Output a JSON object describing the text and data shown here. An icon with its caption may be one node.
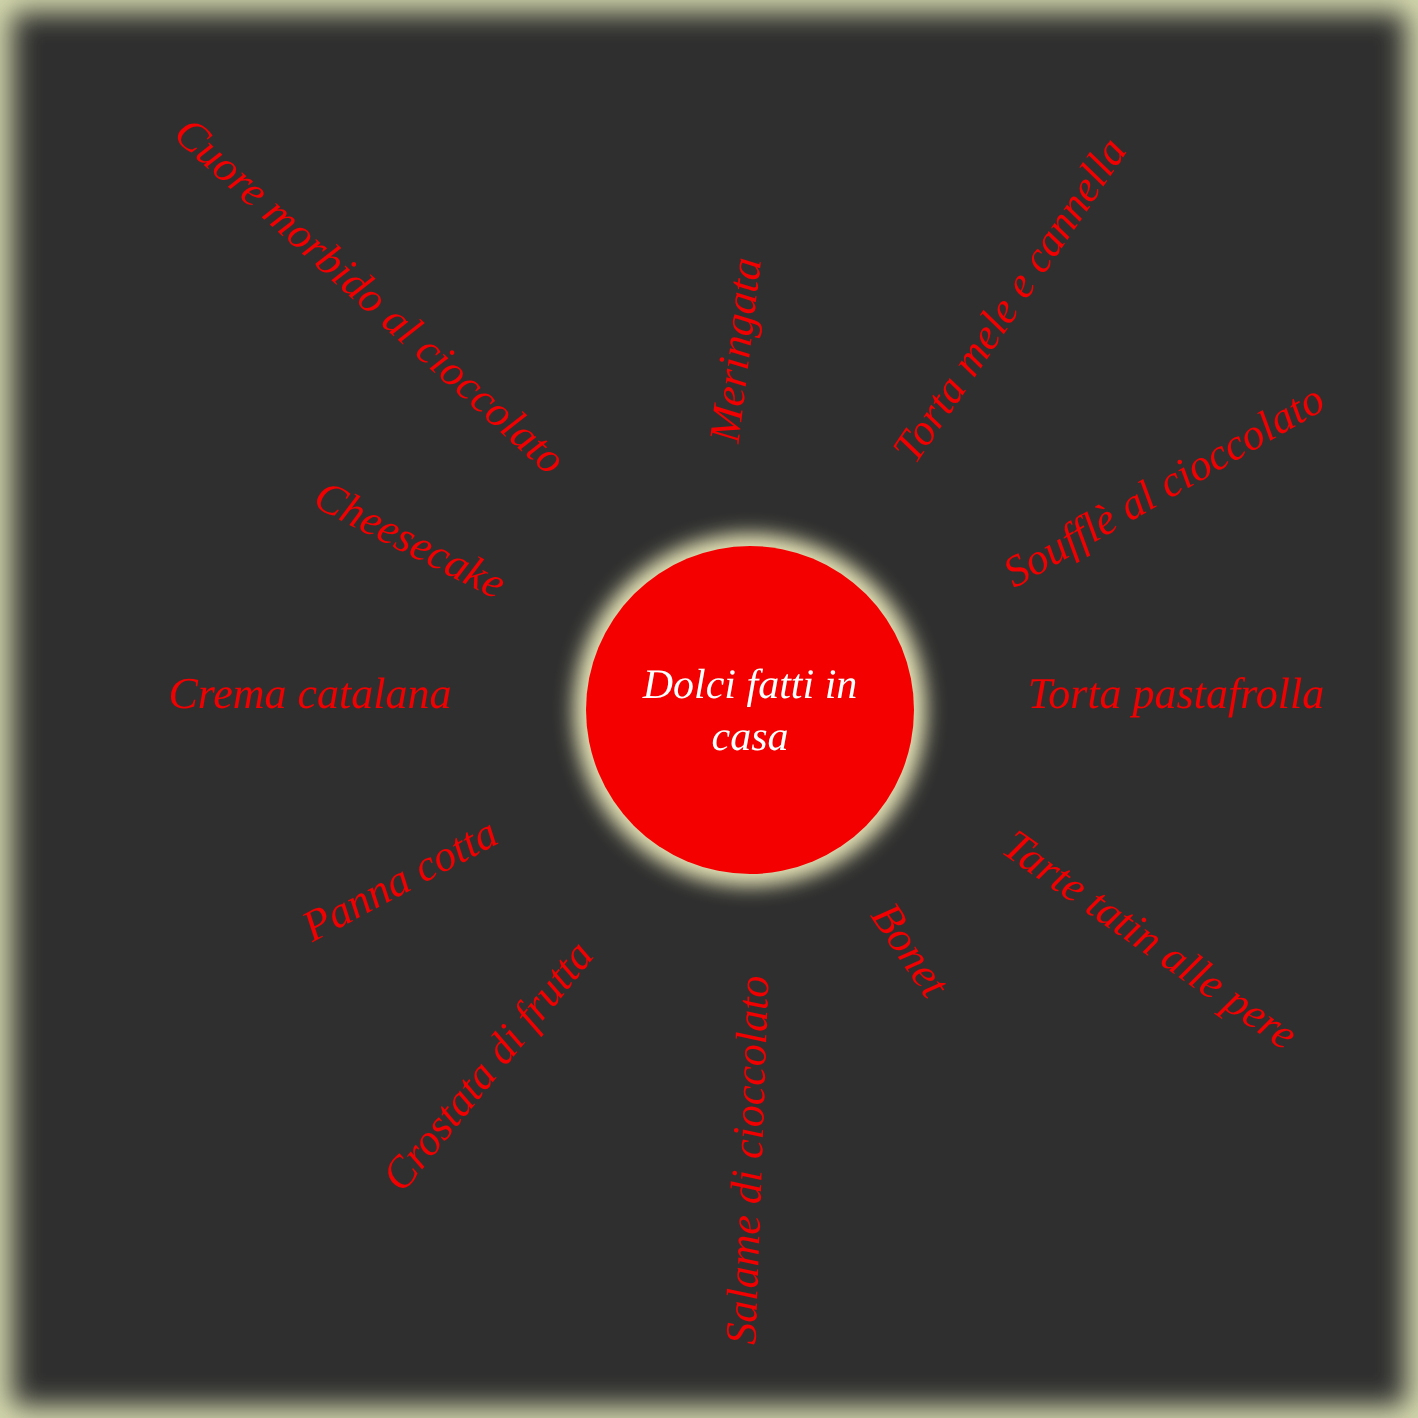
{
  "diagram": {
    "nodes": [
      {
        "text": [
          "Dolci fatti in casa"
        ]
      }
    ],
    "labels": [
      "Cuore morbido al cioccolato",
      "Meringata",
      "Torta mele e cannella",
      "Cheesecake",
      "Soufflè al cioccolato",
      "Crema catalana",
      "Torta pastafrolla",
      "Panna cotta",
      "Tarte tatin alle pere",
      "Bonet",
      "Crostata di frutta",
      "Salame di cioccolato"
    ]
  }
}
